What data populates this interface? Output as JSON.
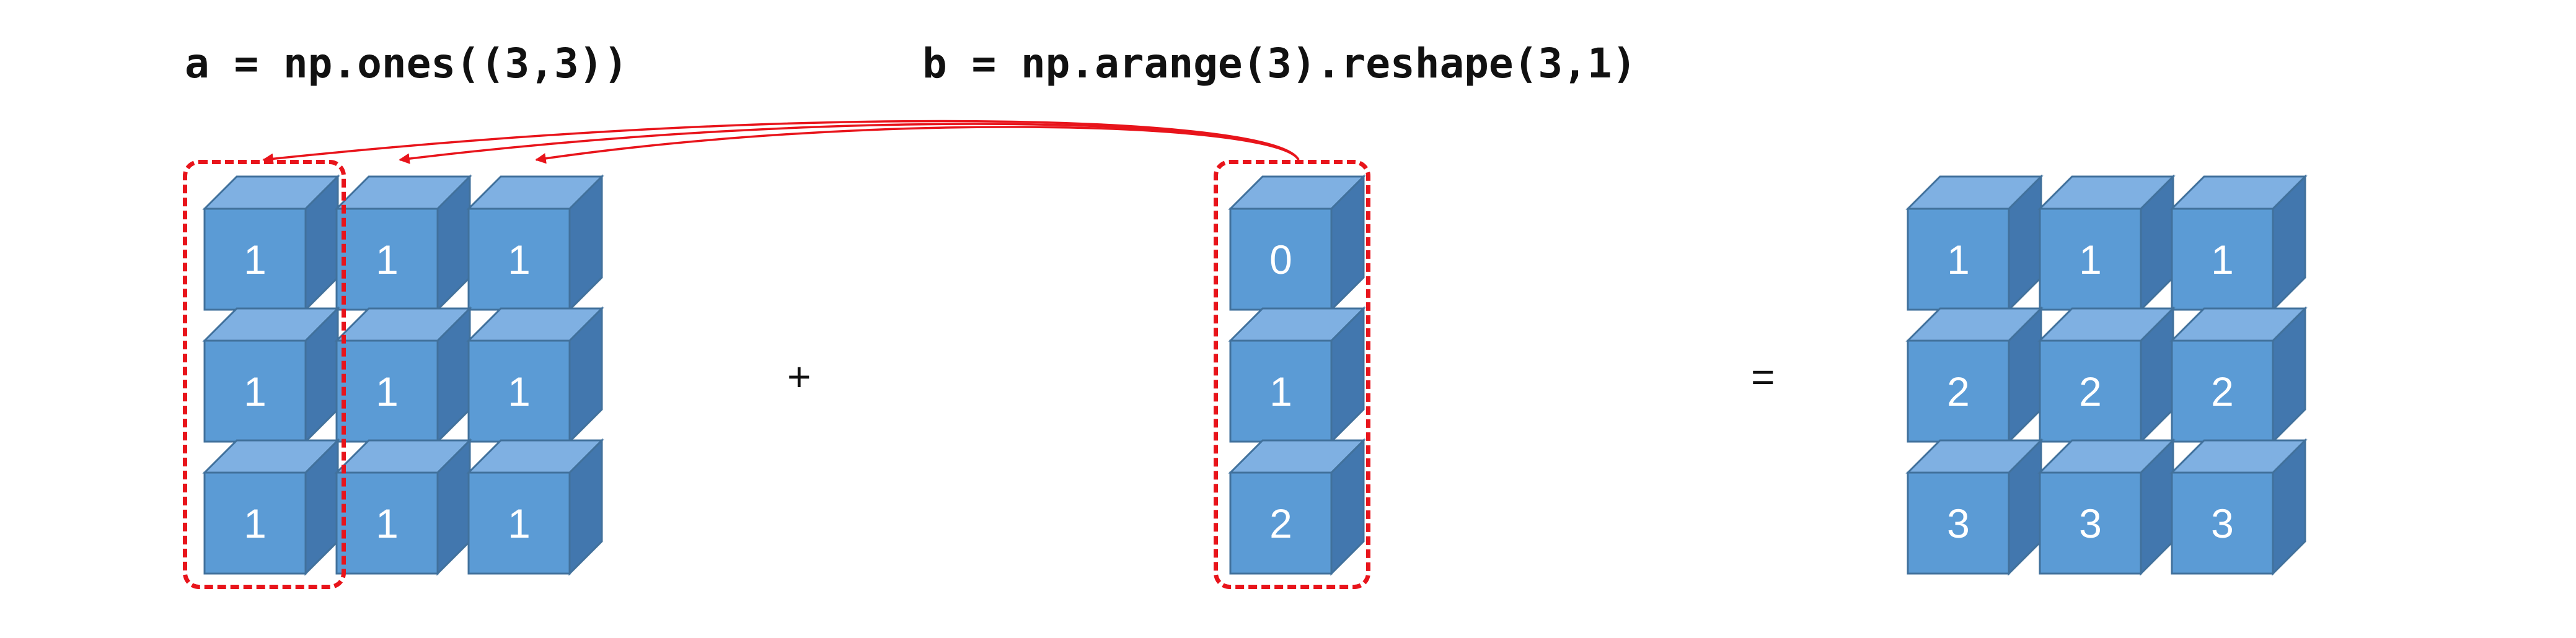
{
  "code": {
    "a": "a = np.ones((3,3))",
    "b": "b = np.arange(3).reshape(3,1)"
  },
  "operators": {
    "plus": "+",
    "equals": "="
  },
  "matrices": {
    "a": [
      [
        "1",
        "1",
        "1"
      ],
      [
        "1",
        "1",
        "1"
      ],
      [
        "1",
        "1",
        "1"
      ]
    ],
    "b": [
      [
        "0"
      ],
      [
        "1"
      ],
      [
        "2"
      ]
    ],
    "result": [
      [
        "1",
        "1",
        "1"
      ],
      [
        "2",
        "2",
        "2"
      ],
      [
        "3",
        "3",
        "3"
      ]
    ]
  },
  "colors": {
    "cube_front": "#5b9bd5",
    "cube_top": "#7fb0e2",
    "cube_side": "#4277ae",
    "cube_edge": "#41719c",
    "highlight": "#e8141b"
  }
}
